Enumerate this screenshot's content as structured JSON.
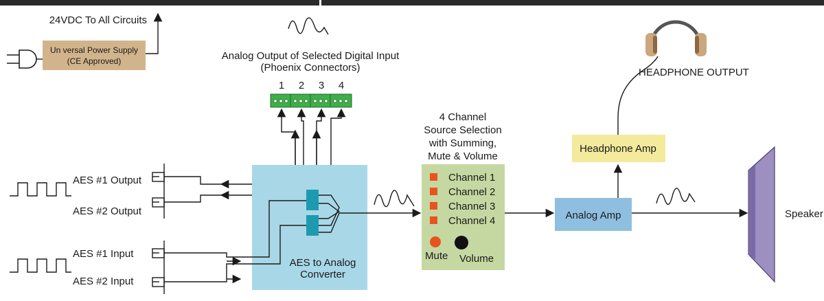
{
  "power": {
    "rail_label": "24VDC To All Circuits",
    "supply_line1": "Un versal Power Supply",
    "supply_line2": "(CE Approved)"
  },
  "analog_out": {
    "title_line1": "Analog Output of Selected Digital Input",
    "title_line2": "(Phoenix Connectors)",
    "ports": [
      "1",
      "2",
      "3",
      "4"
    ]
  },
  "aes_ports": {
    "out1": "AES #1 Output",
    "out2": "AES #2 Output",
    "in1": "AES #1 Input",
    "in2": "AES #2 Input"
  },
  "converter": {
    "line1": "AES to Analog",
    "line2": "Converter"
  },
  "selector": {
    "title_lines": [
      "4 Channel",
      "Source Selection",
      "with Summing,",
      "Mute & Volume"
    ],
    "channels": [
      "Channel 1",
      "Channel 2",
      "Channel 3",
      "Channel 4"
    ],
    "mute_label": "Mute",
    "volume_label": "Volume"
  },
  "amps": {
    "analog": "Analog Amp",
    "headphone": "Headphone Amp"
  },
  "outputs": {
    "headphone": "HEADPHONE OUTPUT",
    "speaker": "Speaker"
  },
  "colors": {
    "converter_fill": "#a8d8e8",
    "selector_fill": "#c5d8a2",
    "power_fill": "#d2b48c",
    "headphone_amp_fill": "#f3ea9c",
    "analog_amp_fill": "#8fbfe0",
    "speaker_fill": "#9d8fbf",
    "channel_led": "#e8541e",
    "chip_teal": "#1e9ab0",
    "connector_green": "#3fae49"
  }
}
